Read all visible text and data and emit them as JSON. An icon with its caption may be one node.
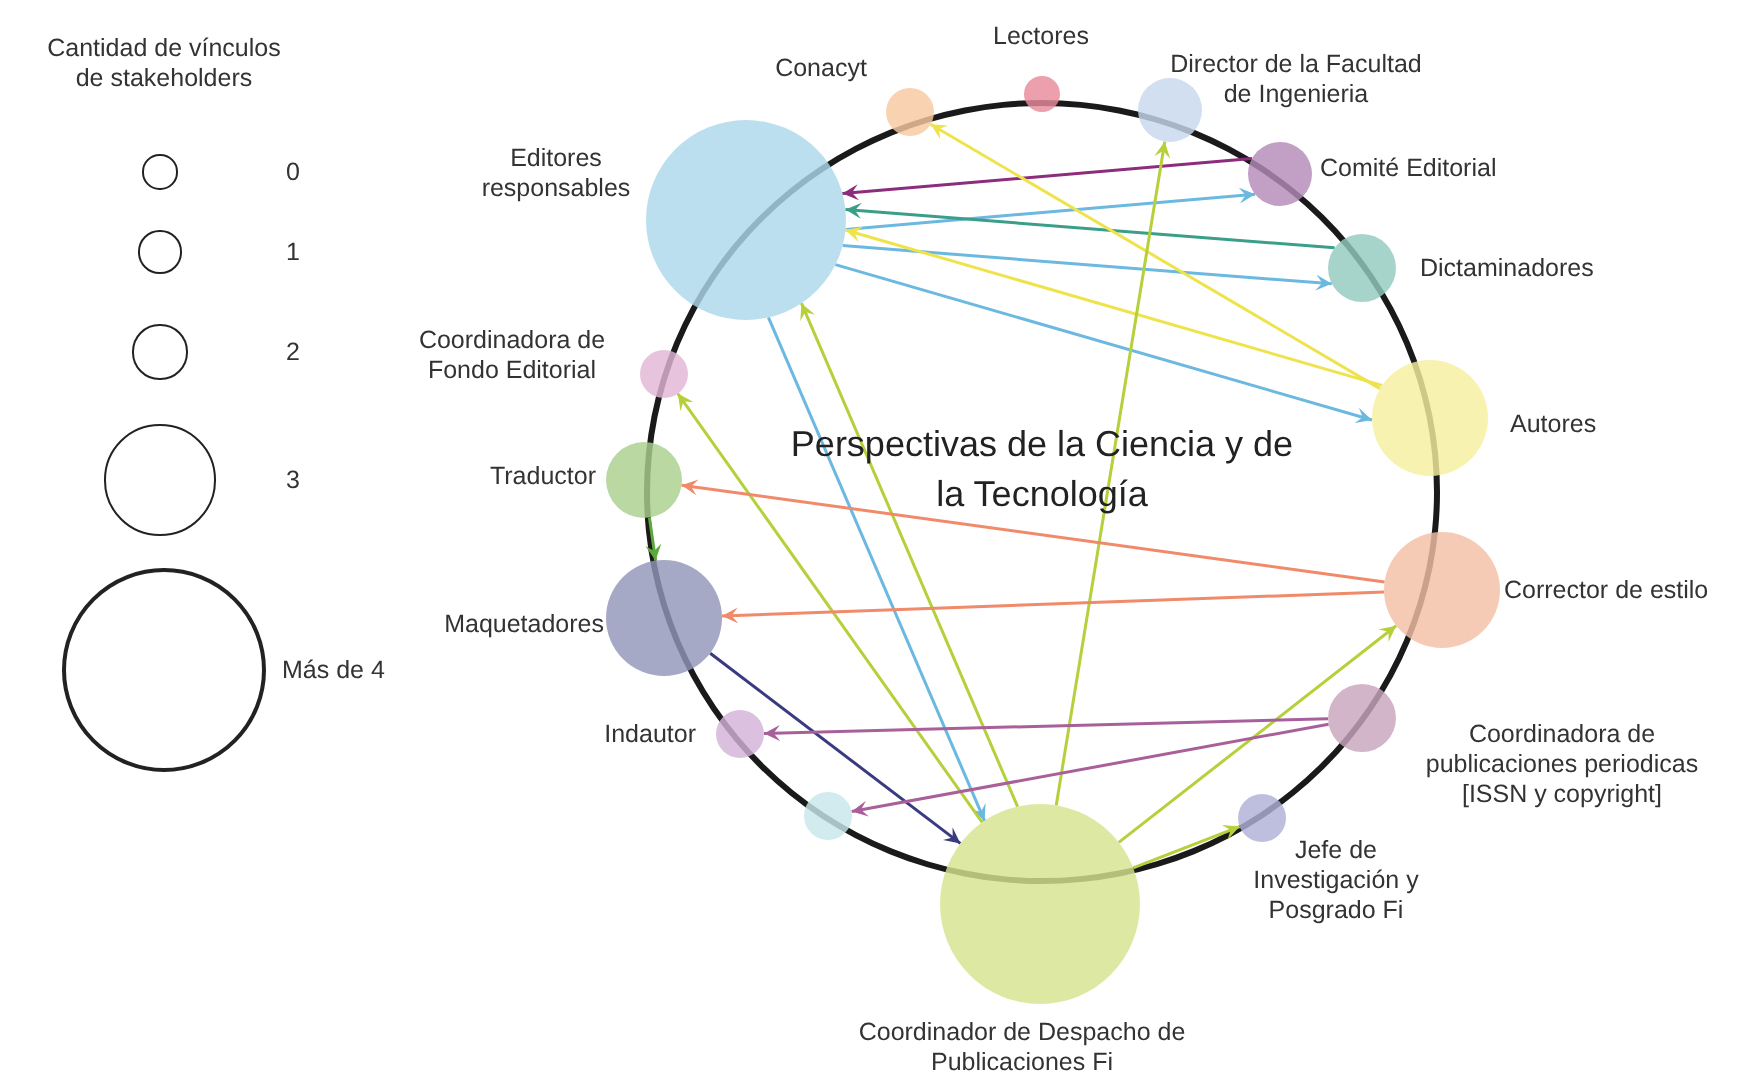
{
  "diagram": {
    "title": "Perspectivas de la Ciencia y de la Tecnología",
    "nodes": [
      {
        "text": [
          "Conacyt"
        ]
      },
      {
        "text": [
          "Lectores"
        ]
      },
      {
        "text": [
          "Director de la Facultad de Ingenieria"
        ]
      },
      {
        "text": [
          "Editores responsables"
        ]
      },
      {
        "text": [
          "Comité Editorial"
        ]
      },
      {
        "text": [
          "Dictaminadores"
        ]
      },
      {
        "text": [
          "Coordinadora de Fondo Editorial"
        ]
      },
      {
        "text": [
          "Autores"
        ]
      },
      {
        "text": [
          "Traductor"
        ]
      },
      {
        "text": [
          "Maquetadores"
        ]
      },
      {
        "text": [
          "Corrector de estilo"
        ]
      },
      {
        "text": [
          "Indautor"
        ]
      },
      {
        "text": [
          "Coordinadora de publicaciones periodicas [ISSN y copyright]"
        ]
      },
      {
        "text": [],
        "shape": "circle"
      },
      {
        "text": [
          "Jefe de Investigación y Posgrado Fi"
        ]
      },
      {
        "text": [
          "Coordinador de Despacho de Publicaciones Fi"
        ]
      }
    ],
    "edges": [
      {
        "from": 3,
        "to": 4,
        "arrow": "to",
        "color": "#6bb8e0"
      },
      {
        "from": 4,
        "to": 3,
        "arrow": "to",
        "color": "#8b2c7c"
      },
      {
        "from": 3,
        "to": 5,
        "arrow": "to",
        "color": "#6bb8e0"
      },
      {
        "from": 5,
        "to": 3,
        "arrow": "to",
        "color": "#3a9e88"
      },
      {
        "from": 7,
        "to": 3,
        "arrow": "to",
        "color": "#eee34a"
      },
      {
        "from": 7,
        "to": 0,
        "arrow": "to",
        "color": "#eee34a"
      },
      {
        "from": 3,
        "to": 7,
        "arrow": "to",
        "color": "#6bb8e0"
      },
      {
        "from": 3,
        "to": 15,
        "arrow": "to",
        "color": "#6bb8e0"
      },
      {
        "from": 15,
        "to": 2,
        "arrow": "to",
        "color": "#b5d03a"
      },
      {
        "from": 15,
        "to": 3,
        "arrow": "to",
        "color": "#b5d03a"
      },
      {
        "from": 15,
        "to": 6,
        "arrow": "to",
        "color": "#b5d03a"
      },
      {
        "from": 8,
        "to": 9,
        "arrow": "to",
        "color": "#5ca83a"
      },
      {
        "from": 10,
        "to": 8,
        "arrow": "to",
        "color": "#f08a6a"
      },
      {
        "from": 10,
        "to": 9,
        "arrow": "to",
        "color": "#f08a6a"
      },
      {
        "from": 9,
        "to": 15,
        "arrow": "to",
        "color": "#3a3a80"
      },
      {
        "from": 15,
        "to": 10,
        "arrow": "to",
        "color": "#b5d03a"
      },
      {
        "from": 12,
        "to": 11,
        "arrow": "to",
        "color": "#a8609a"
      },
      {
        "from": 12,
        "to": 13,
        "arrow": "to",
        "color": "#a8609a"
      },
      {
        "from": 15,
        "to": 14,
        "arrow": "to",
        "color": "#b5d03a"
      }
    ],
    "labels": [
      "Cantidad de vínculos de stakeholders"
    ],
    "legend": [
      {
        "text": "0"
      },
      {
        "text": "1"
      },
      {
        "text": "2"
      },
      {
        "text": "3"
      },
      {
        "text": "Más de 4"
      }
    ]
  }
}
